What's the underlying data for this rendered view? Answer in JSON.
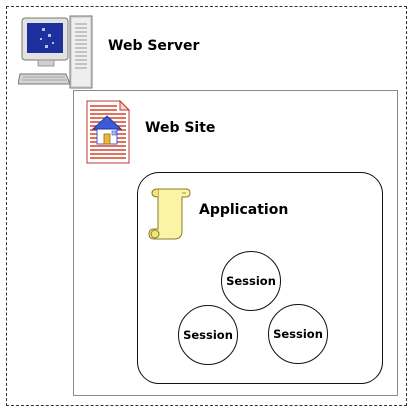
{
  "diagram": {
    "server": {
      "label": "Web Server",
      "icon": "computer-icon"
    },
    "site": {
      "label": "Web Site",
      "icon": "document-house-icon"
    },
    "application": {
      "label": "Application",
      "icon": "scroll-icon"
    },
    "sessions": [
      {
        "label": "Session"
      },
      {
        "label": "Session"
      },
      {
        "label": "Session"
      }
    ]
  },
  "colors": {
    "monitor_screen": "#1e2f9e",
    "document_stripes": "#d6452a",
    "house_roof": "#3b5bd9",
    "scroll_fill": "#fbf3a6"
  }
}
